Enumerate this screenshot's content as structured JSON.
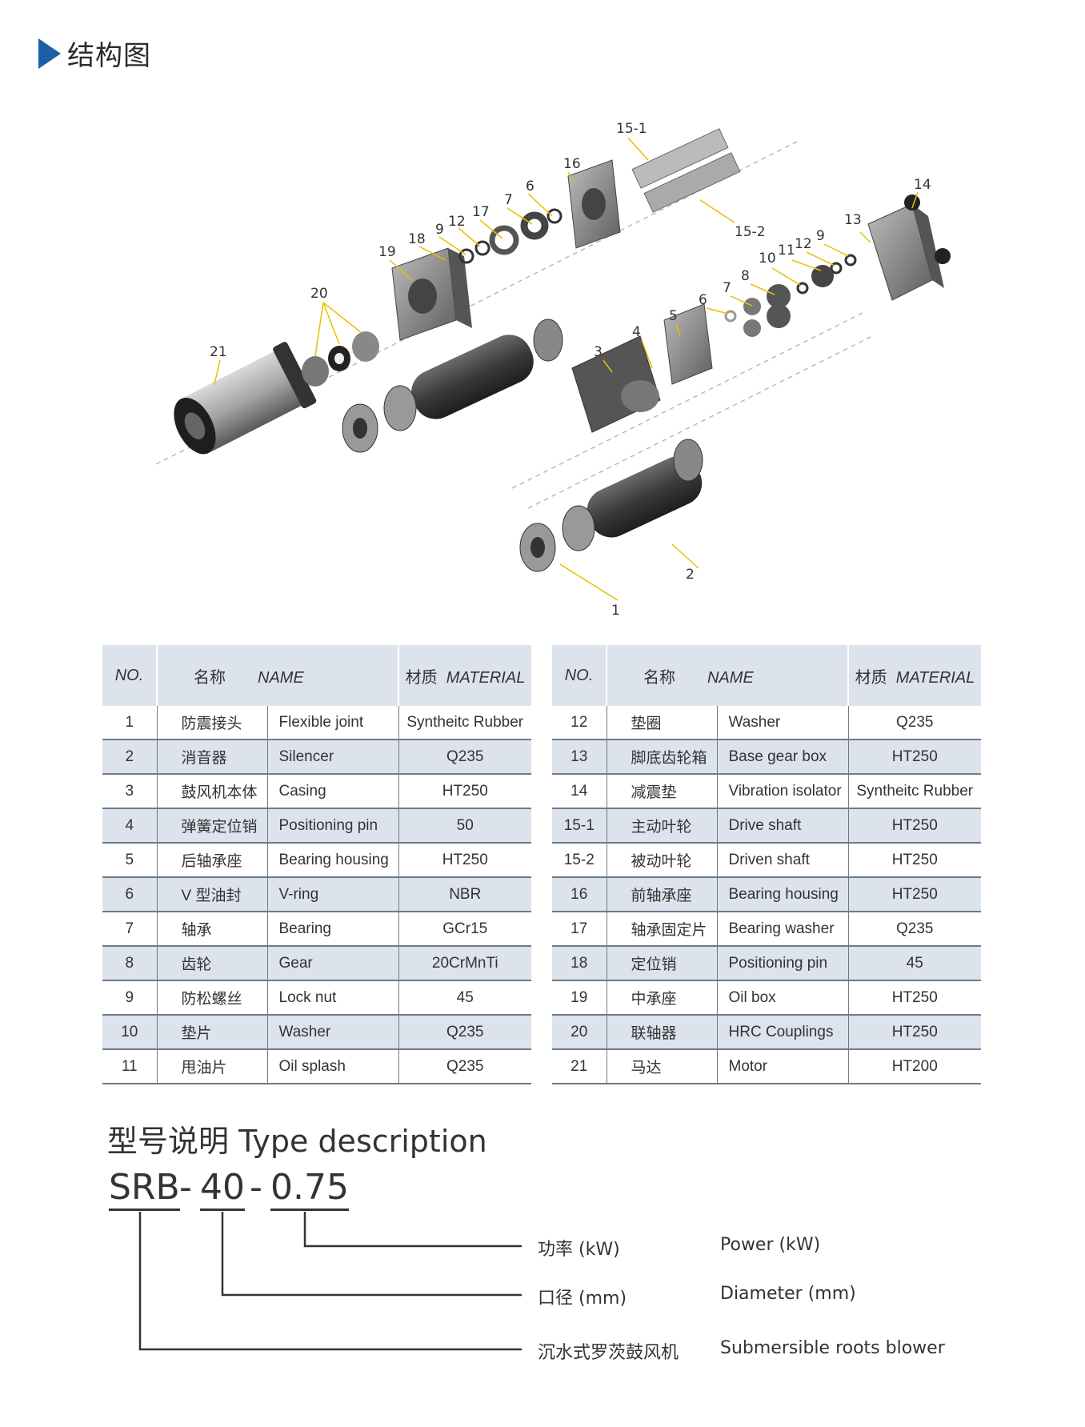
{
  "section_title": "结构图",
  "diagram": {
    "labels": [
      "15-1",
      "16",
      "6",
      "7",
      "17",
      "12",
      "9",
      "18",
      "19",
      "20",
      "21",
      "14",
      "13",
      "9",
      "12",
      "11",
      "10",
      "8",
      "7",
      "6",
      "5",
      "4",
      "3",
      "2",
      "1",
      "15-2"
    ]
  },
  "table_header": {
    "no": "NO.",
    "name_cn": "名称",
    "name_en": "NAME",
    "material_cn": "材质",
    "material_en": "MATERIAL"
  },
  "parts_left": [
    {
      "no": "1",
      "cn": "防震接头",
      "en": "Flexible joint",
      "material": "Syntheitc Rubber"
    },
    {
      "no": "2",
      "cn": "消音器",
      "en": "Silencer",
      "material": "Q235"
    },
    {
      "no": "3",
      "cn": "鼓风机本体",
      "en": "Casing",
      "material": "HT250"
    },
    {
      "no": "4",
      "cn": "弹簧定位销",
      "en": "Positioning pin",
      "material": "50"
    },
    {
      "no": "5",
      "cn": "后轴承座",
      "en": "Bearing housing",
      "material": "HT250"
    },
    {
      "no": "6",
      "cn": "V 型油封",
      "en": "V-ring",
      "material": "NBR"
    },
    {
      "no": "7",
      "cn": "轴承",
      "en": "Bearing",
      "material": "GCr15"
    },
    {
      "no": "8",
      "cn": "齿轮",
      "en": "Gear",
      "material": "20CrMnTi"
    },
    {
      "no": "9",
      "cn": "防松螺丝",
      "en": "Lock nut",
      "material": "45"
    },
    {
      "no": "10",
      "cn": "垫片",
      "en": "Washer",
      "material": "Q235"
    },
    {
      "no": "11",
      "cn": "甩油片",
      "en": "Oil splash",
      "material": "Q235"
    }
  ],
  "parts_right": [
    {
      "no": "12",
      "cn": "垫圈",
      "en": "Washer",
      "material": "Q235"
    },
    {
      "no": "13",
      "cn": "脚底齿轮箱",
      "en": "Base gear box",
      "material": "HT250"
    },
    {
      "no": "14",
      "cn": "减震垫",
      "en": "Vibration isolator",
      "material": "Syntheitc Rubber"
    },
    {
      "no": "15-1",
      "cn": "主动叶轮",
      "en": "Drive shaft",
      "material": "HT250"
    },
    {
      "no": "15-2",
      "cn": "被动叶轮",
      "en": "Driven shaft",
      "material": "HT250"
    },
    {
      "no": "16",
      "cn": "前轴承座",
      "en": "Bearing housing",
      "material": "HT250"
    },
    {
      "no": "17",
      "cn": "轴承固定片",
      "en": "Bearing washer",
      "material": "Q235"
    },
    {
      "no": "18",
      "cn": "定位销",
      "en": "Positioning pin",
      "material": "45"
    },
    {
      "no": "19",
      "cn": "中承座",
      "en": "Oil box",
      "material": "HT250"
    },
    {
      "no": "20",
      "cn": "联轴器",
      "en": "HRC Couplings",
      "material": "HT250"
    },
    {
      "no": "21",
      "cn": "马达",
      "en": "Motor",
      "material": "HT200"
    }
  ],
  "type_description": {
    "title": "型号说明 Type description",
    "code_part1": "SRB",
    "sep1": "-",
    "code_part2": "40",
    "sep2": "-",
    "code_part3": "0.75",
    "items": [
      {
        "cn": "功率 (kW)",
        "en": "Power (kW)"
      },
      {
        "cn": "口径 (mm)",
        "en": "Diameter (mm)"
      },
      {
        "cn": "沉水式罗茨鼓风机",
        "en": "Submersible roots blower"
      }
    ]
  },
  "colors": {
    "accent_blue": "#1c5fa8",
    "table_band": "#dde3ec",
    "leader_yellow": "#e8c000"
  }
}
